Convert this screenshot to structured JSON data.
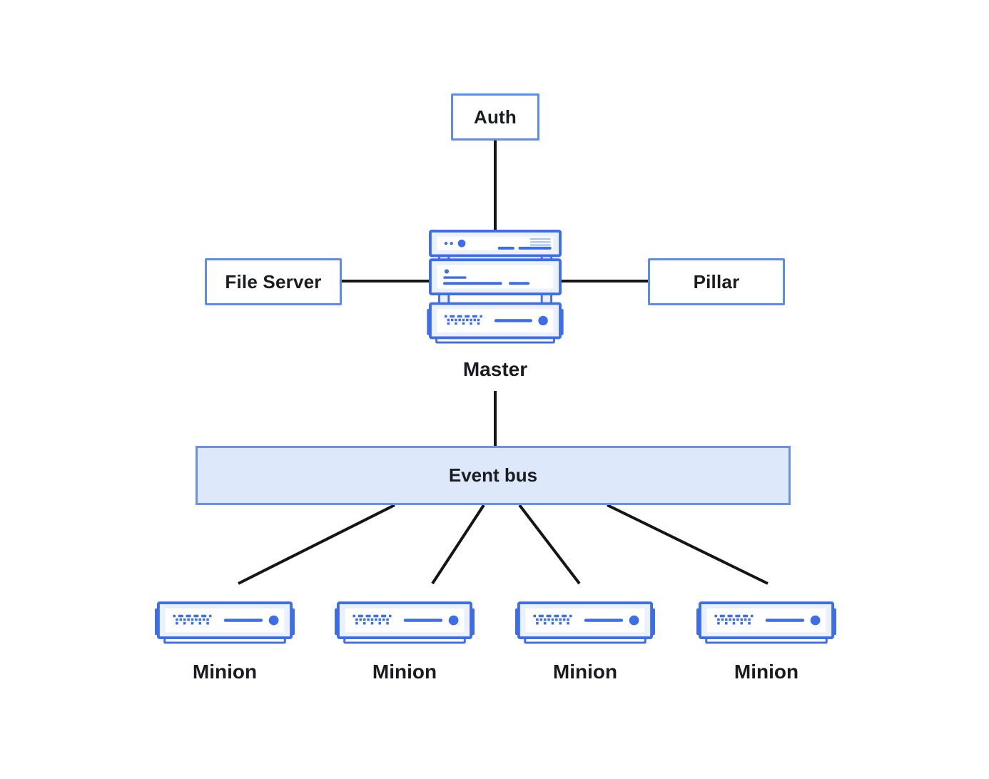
{
  "nodes": {
    "auth": {
      "label": "Auth"
    },
    "file_server": {
      "label": "File Server"
    },
    "pillar": {
      "label": "Pillar"
    },
    "master": {
      "label": "Master"
    },
    "event_bus": {
      "label": "Event bus"
    },
    "minions": [
      {
        "label": "Minion"
      },
      {
        "label": "Minion"
      },
      {
        "label": "Minion"
      },
      {
        "label": "Minion"
      }
    ]
  },
  "icons": {
    "master": "server-stack-icon",
    "minion": "server-rack-icon"
  },
  "connections": [
    {
      "from": "Auth",
      "to": "Master"
    },
    {
      "from": "File Server",
      "to": "Master"
    },
    {
      "from": "Master",
      "to": "Pillar"
    },
    {
      "from": "Master",
      "to": "Event bus"
    },
    {
      "from": "Event bus",
      "to": "Minion 1"
    },
    {
      "from": "Event bus",
      "to": "Minion 2"
    },
    {
      "from": "Event bus",
      "to": "Minion 3"
    },
    {
      "from": "Event bus",
      "to": "Minion 4"
    }
  ],
  "colors": {
    "box-border": "#5E8BEE",
    "icon-blue": "#3D6DE8",
    "icon-fill": "#EAF1FC",
    "vent-blue": "#A9C4F4",
    "bus-fill": "#DDE8FB",
    "bus-border": "#6B8FEC",
    "connector": "#151515",
    "text": "#1A1C20",
    "canvas": "#FFFFFF"
  }
}
